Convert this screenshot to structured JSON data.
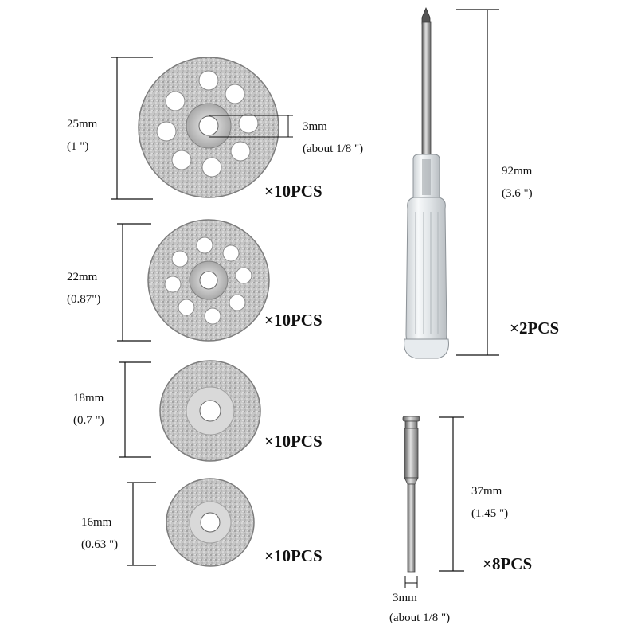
{
  "items": [
    {
      "id": "disc-25",
      "size_mm": "25mm",
      "size_in": "(1 \")",
      "hole_mm": "3mm",
      "hole_in": "(about 1/8 \")",
      "quantity": "×10PCS"
    },
    {
      "id": "disc-22",
      "size_mm": "22mm",
      "size_in": "(0.87\")",
      "quantity": "×10PCS"
    },
    {
      "id": "disc-18",
      "size_mm": "18mm",
      "size_in": "(0.7 \")",
      "quantity": "×10PCS"
    },
    {
      "id": "disc-16",
      "size_mm": "16mm",
      "size_in": "(0.63 \")",
      "quantity": "×10PCS"
    },
    {
      "id": "screwdriver",
      "size_mm": "92mm",
      "size_in": "(3.6 \")",
      "quantity": "×2PCS"
    },
    {
      "id": "mandrel",
      "size_mm": "37mm",
      "size_in": "(1.45 \")",
      "shank_mm": "3mm",
      "shank_in": "(about 1/8 \")",
      "quantity": "×8PCS"
    }
  ],
  "colors": {
    "metal_light": "#e4e4e4",
    "metal_mid": "#b8b8b8",
    "metal_dark": "#6f6f6f",
    "line": "#111111",
    "handle": "#eceff1"
  }
}
